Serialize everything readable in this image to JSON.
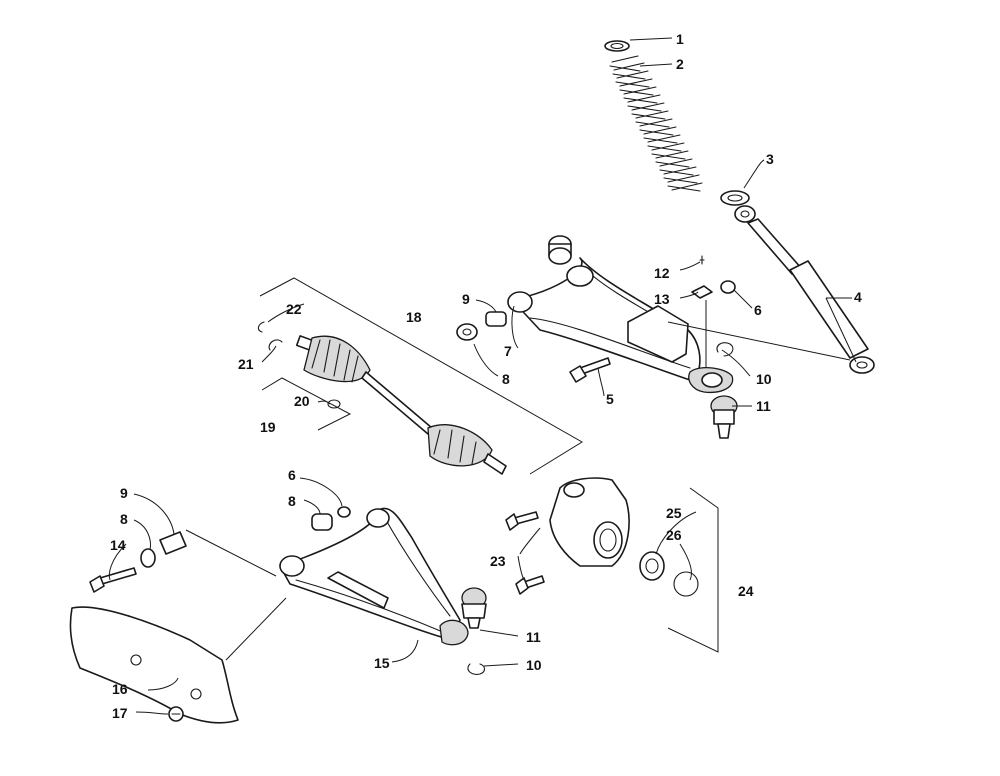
{
  "callouts": {
    "c1": "1",
    "c2": "2",
    "c3": "3",
    "c4": "4",
    "c5": "5",
    "c6a": "6",
    "c6b": "6",
    "c7": "7",
    "c8a": "8",
    "c8b": "8",
    "c8c": "8",
    "c9a": "9",
    "c9b": "9",
    "c10a": "10",
    "c10b": "10",
    "c11a": "11",
    "c11b": "11",
    "c12": "12",
    "c13": "13",
    "c14": "14",
    "c15": "15",
    "c16": "16",
    "c17": "17",
    "c18": "18",
    "c19": "19",
    "c20": "20",
    "c21": "21",
    "c22": "22",
    "c23": "23",
    "c24": "24",
    "c25": "25",
    "c26": "26"
  },
  "colors": {
    "line": "#1a1a1a",
    "background": "#ffffff"
  }
}
